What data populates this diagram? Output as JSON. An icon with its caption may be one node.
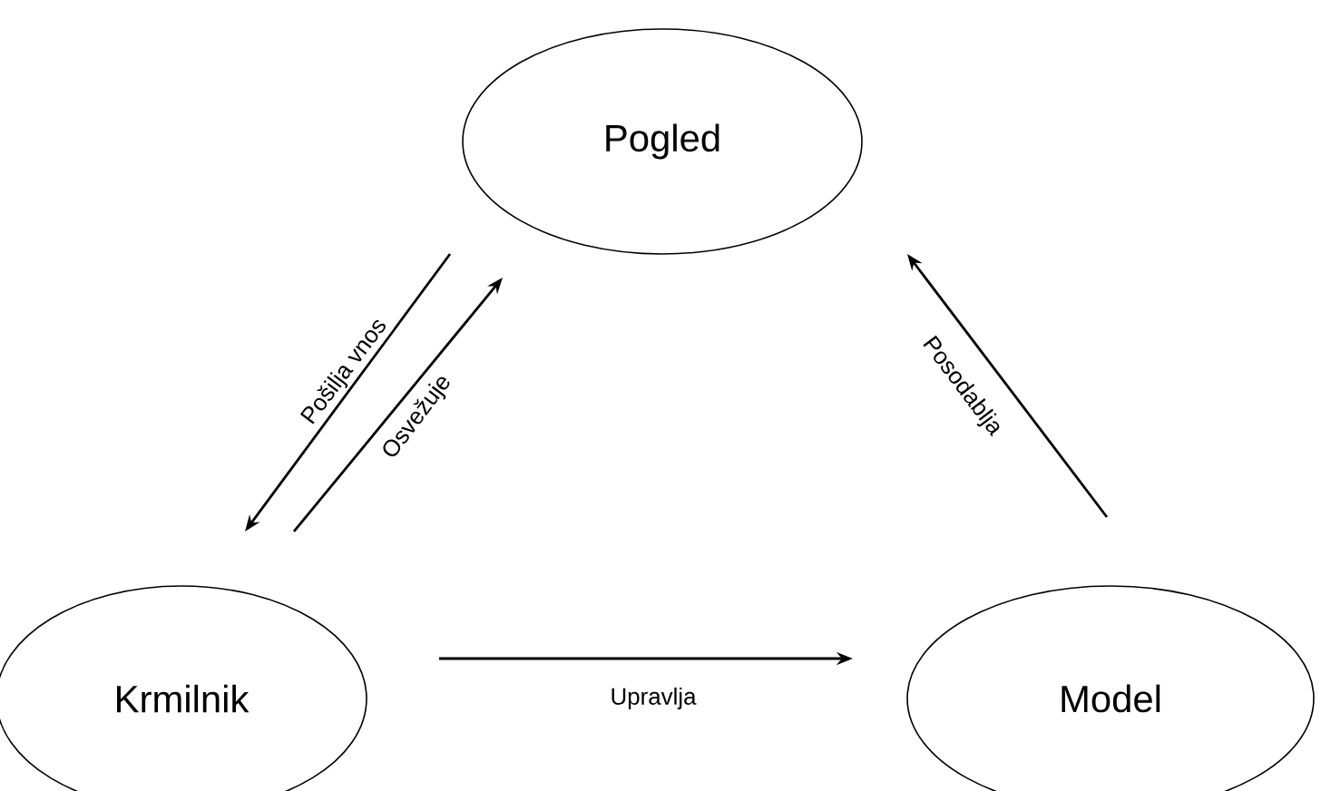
{
  "diagram": {
    "nodes": [
      {
        "text": [
          "Pogled"
        ]
      },
      {
        "text": [
          "Krmilnik"
        ]
      },
      {
        "text": [
          "Model"
        ]
      }
    ],
    "edges": [
      {
        "from": 0,
        "to": 1,
        "arrow": "to",
        "label": "Pošilja vnos"
      },
      {
        "from": 1,
        "to": 0,
        "arrow": "to",
        "label": "Osvežuje"
      },
      {
        "from": 1,
        "to": 2,
        "arrow": "to",
        "label": "Upravlja"
      },
      {
        "from": 2,
        "to": 0,
        "arrow": "to",
        "label": "Posodablja"
      }
    ]
  }
}
